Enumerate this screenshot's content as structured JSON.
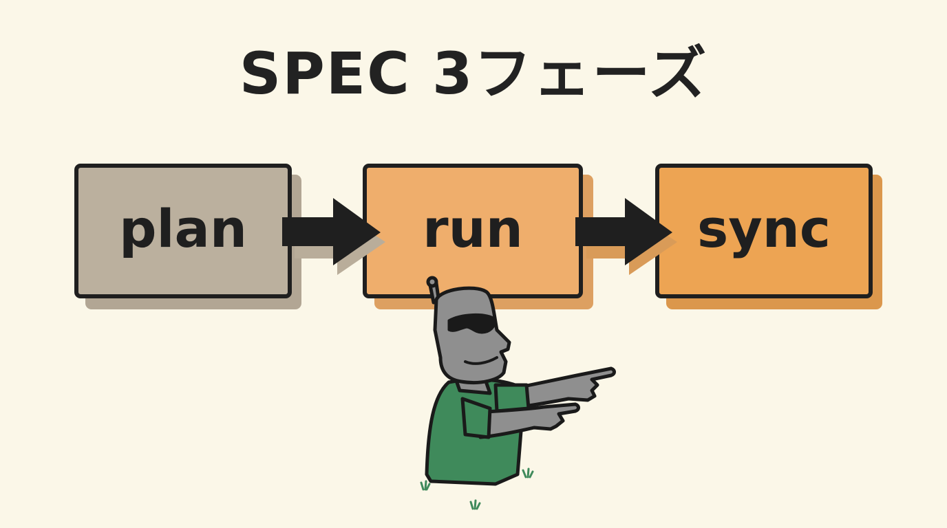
{
  "title": "SPEC 3フェーズ",
  "phases": [
    {
      "label": "plan",
      "fill": "#bbb09e",
      "shadow": "#b2a694"
    },
    {
      "label": "run",
      "fill": "#efae6c",
      "shadow": "#dda061"
    },
    {
      "label": "sync",
      "fill": "#eda453",
      "shadow": "#db974c"
    }
  ],
  "colors": {
    "background": "#fbf7e8",
    "outline": "#1f1f1f",
    "arrow": "#1f1f1f",
    "statue_stone": "#8f8f8f",
    "statue_shirt": "#3f8a5b"
  },
  "mascot": {
    "icon": "moai-pointing-icon"
  }
}
